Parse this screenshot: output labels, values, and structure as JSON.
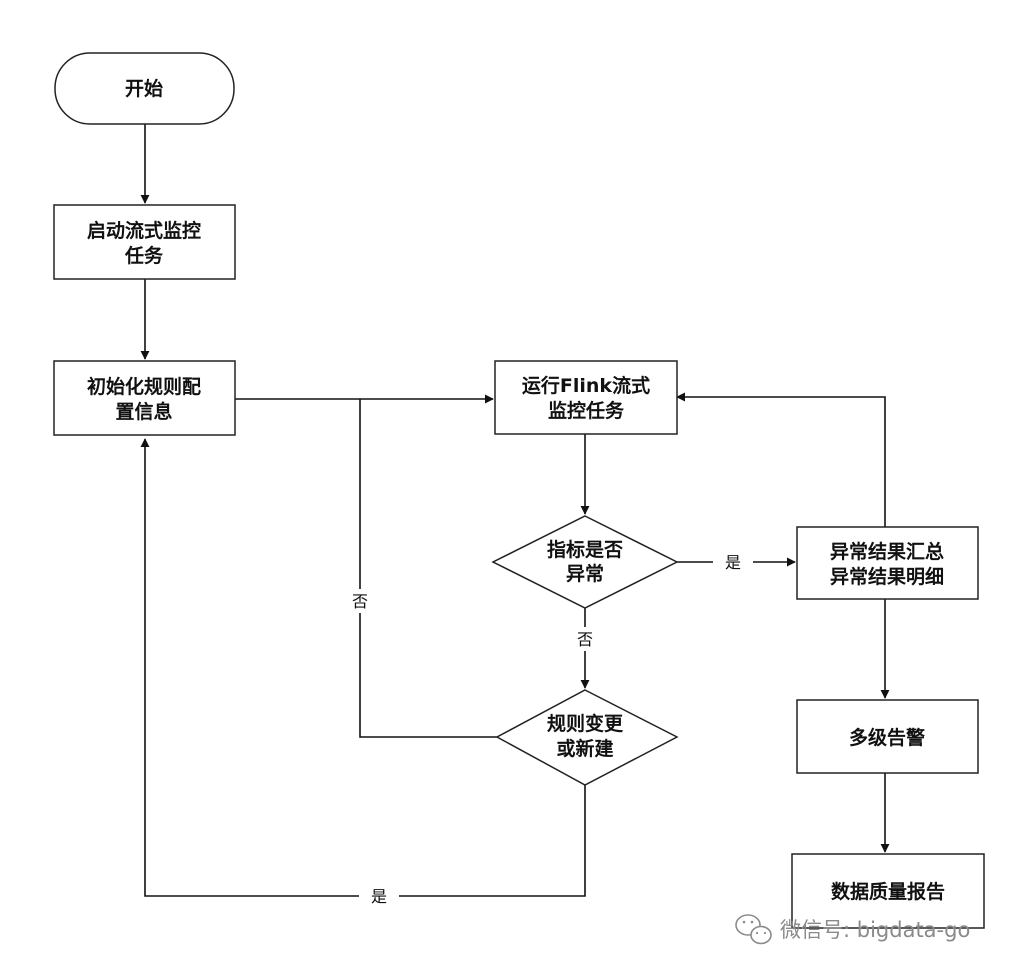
{
  "nodes": {
    "start": {
      "lines": [
        "开始"
      ]
    },
    "launch_task": {
      "lines": [
        "启动流式监控",
        "任务"
      ]
    },
    "init_rules": {
      "lines": [
        "初始化规则配",
        "置信息"
      ]
    },
    "run_flink": {
      "lines": [
        "运行Flink流式",
        "监控任务"
      ]
    },
    "metric_check": {
      "lines": [
        "指标是否",
        "异常"
      ]
    },
    "rule_change": {
      "lines": [
        "规则变更",
        "或新建"
      ]
    },
    "anomaly_result": {
      "lines": [
        "异常结果汇总",
        "异常结果明细"
      ]
    },
    "multi_alert": {
      "lines": [
        "多级告警"
      ]
    },
    "quality_report": {
      "lines": [
        "数据质量报告"
      ]
    }
  },
  "edge_labels": {
    "metric_yes": "是",
    "metric_no": "否",
    "rule_no": "否",
    "rule_yes": "是"
  },
  "watermark": {
    "text": "微信号: bigdata-go"
  }
}
